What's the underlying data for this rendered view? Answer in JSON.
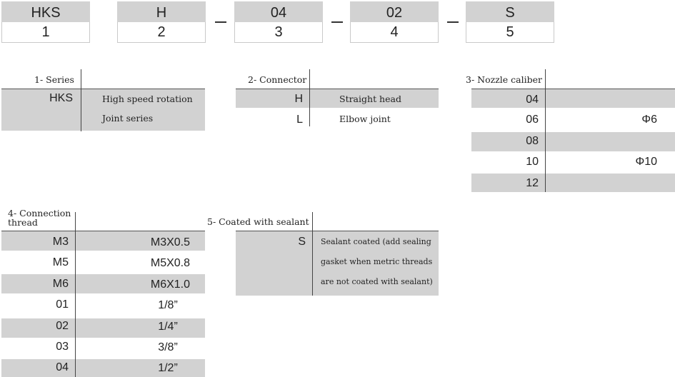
{
  "code_boxes": [
    {
      "top": "HKS",
      "bottom": "1"
    },
    {
      "top": "H",
      "bottom": "2"
    },
    {
      "top": "04",
      "bottom": "3"
    },
    {
      "top": "02",
      "bottom": "4"
    },
    {
      "top": "S",
      "bottom": "5"
    }
  ],
  "series": {
    "title": "1- Series",
    "code": "HKS",
    "lines": [
      "High speed rotation",
      "Joint series"
    ]
  },
  "connector": {
    "title": "2- Connector",
    "rows": [
      {
        "code": "H",
        "desc": "Straight head"
      },
      {
        "code": "L",
        "desc": "Elbow joint"
      }
    ]
  },
  "nozzle": {
    "title": "3- Nozzle caliber",
    "rows": [
      {
        "code": "04",
        "value": ""
      },
      {
        "code": "06",
        "value": "Φ6"
      },
      {
        "code": "08",
        "value": ""
      },
      {
        "code": "10",
        "value": "Φ10"
      },
      {
        "code": "12",
        "value": ""
      }
    ]
  },
  "thread": {
    "title_line1": "4- Connection",
    "title_line2": "thread",
    "rows": [
      {
        "code": "M3",
        "value": "M3X0.5"
      },
      {
        "code": "M5",
        "value": "M5X0.8"
      },
      {
        "code": "M6",
        "value": "M6X1.0"
      },
      {
        "code": "01",
        "value": "1/8”"
      },
      {
        "code": "02",
        "value": "1/4”"
      },
      {
        "code": "03",
        "value": "3/8”"
      },
      {
        "code": "04",
        "value": "1/2”"
      }
    ]
  },
  "sealant": {
    "title": "5- Coated with sealant",
    "code": "S",
    "lines": [
      "Sealant coated (add sealing",
      "gasket when metric threads",
      "are not coated with sealant)"
    ]
  }
}
